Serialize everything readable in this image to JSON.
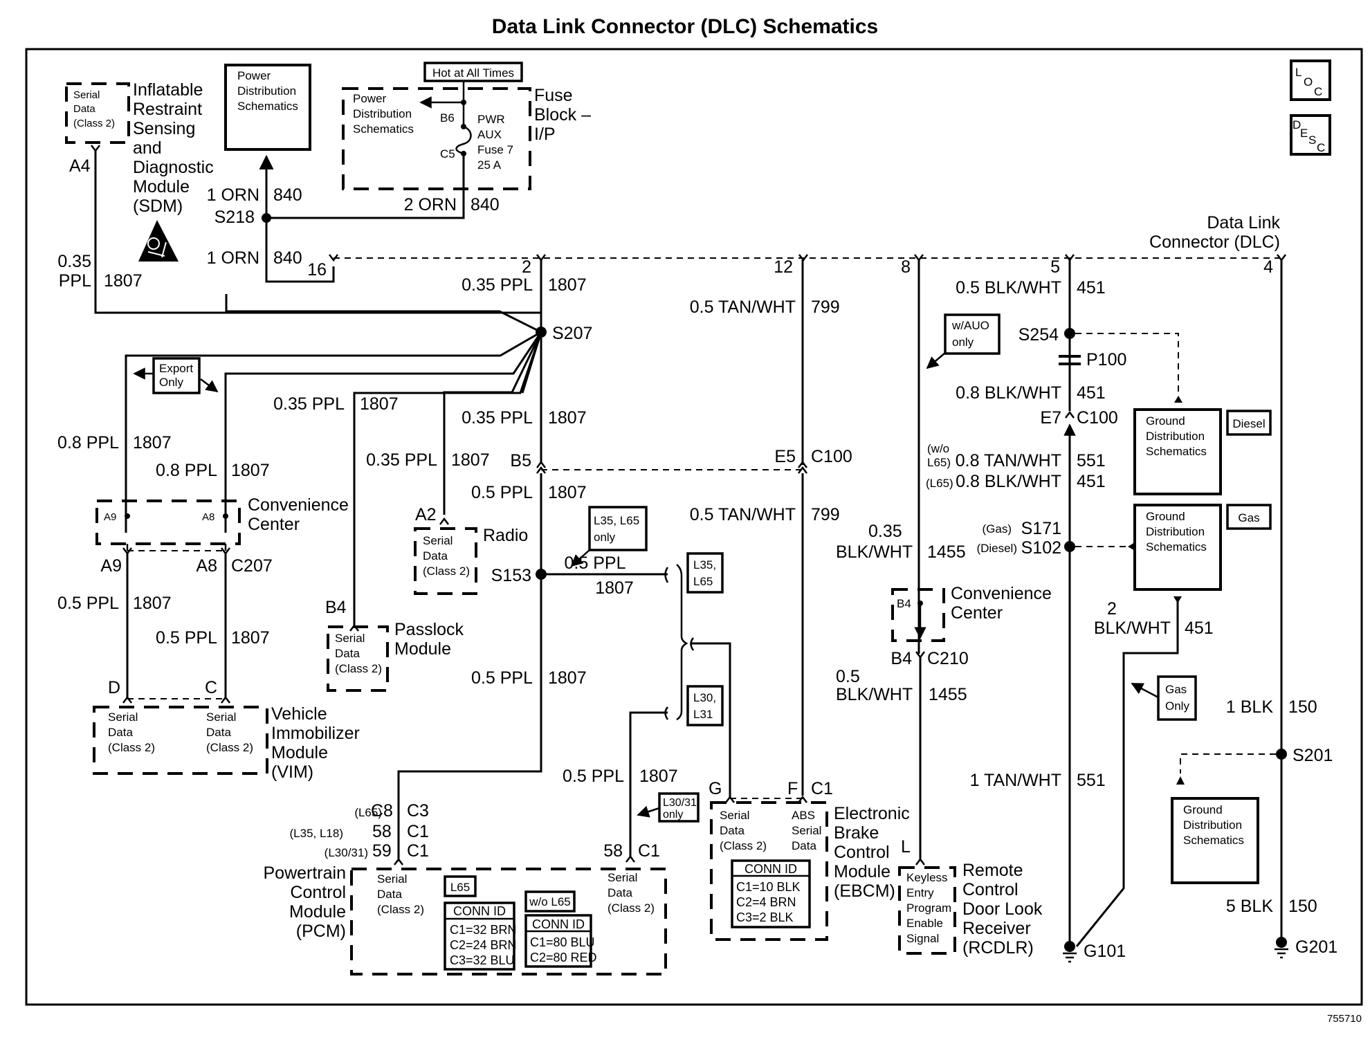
{
  "title": "Data Link Connector (DLC) Schematics",
  "figure_number": "755710",
  "icons": {
    "loc": {
      "letters": [
        "L",
        "O",
        "C"
      ],
      "name": "loc-icon"
    },
    "desc": {
      "letters": [
        "D",
        "E",
        "S",
        "C"
      ],
      "name": "desc-icon"
    },
    "esd": {
      "name": "esd-warning-icon"
    }
  },
  "modules": {
    "sdm": {
      "lines": [
        "Inflatable",
        "Restraint",
        "Sensing",
        "and",
        "Diagnostic",
        "Module",
        "(SDM)"
      ],
      "inner": [
        "Serial",
        "Data",
        "(Class 2)"
      ],
      "pin": "A4"
    },
    "power_dist_top": {
      "lines": [
        "Power",
        "Distribution",
        "Schematics"
      ]
    },
    "fuse_block": {
      "lines": [
        "Fuse",
        "Block –",
        "I/P"
      ],
      "hot_label": "Hot at All Times",
      "inner_power": [
        "Power",
        "Distribution",
        "Schematics"
      ],
      "fuse_text": [
        "PWR",
        "AUX",
        "Fuse 7",
        "25 A"
      ],
      "pin_in": "B6",
      "pin_out": "C5"
    },
    "dlc": {
      "lines": [
        "Data Link",
        "Connector (DLC)"
      ],
      "pins": [
        "16",
        "2",
        "12",
        "8",
        "5",
        "4"
      ]
    },
    "convenience_center_left": {
      "lines": [
        "Convenience",
        "Center"
      ],
      "pins": [
        "A9",
        "A8"
      ]
    },
    "vim": {
      "lines": [
        "Vehicle",
        "Immobilizer",
        "Module",
        "(VIM)"
      ],
      "inner_left": [
        "Serial",
        "Data",
        "(Class 2)"
      ],
      "inner_right": [
        "Serial",
        "Data",
        "(Class 2)"
      ],
      "pins": [
        "D",
        "C"
      ]
    },
    "passlock": {
      "lines": [
        "Passlock",
        "Module"
      ],
      "inner": [
        "Serial",
        "Data",
        "(Class 2)"
      ],
      "pin": "B4"
    },
    "radio": {
      "lines": [
        "Radio"
      ],
      "inner": [
        "Serial",
        "Data",
        "(Class 2)"
      ],
      "pin": "A2"
    },
    "pcm": {
      "lines": [
        "Powertrain",
        "Control",
        "Module",
        "(PCM)"
      ],
      "inner_left": [
        "Serial",
        "Data",
        "(Class 2)"
      ],
      "inner_right": [
        "Serial",
        "Data",
        "(Class 2)"
      ],
      "l65_tag": "L65",
      "wo_l65_tag": "w/o L65",
      "conn_l65": {
        "header": "CONN ID",
        "rows": [
          "C1=32 BRN",
          "C2=24 BRN",
          "C3=32 BLU"
        ]
      },
      "conn_wo_l65": {
        "header": "CONN ID",
        "rows": [
          "C1=80 BLU",
          "C2=80 RED"
        ]
      },
      "pin_rows": [
        {
          "opt": "(L65)",
          "pin": "C8",
          "conn": "C3"
        },
        {
          "opt": "(L35, L18)",
          "pin": "58",
          "conn": "C1"
        },
        {
          "opt": "(L30/31)",
          "pin": "59",
          "conn": "C1"
        }
      ],
      "right_pin": "58",
      "right_conn": "C1"
    },
    "ebcm": {
      "lines": [
        "Electronic",
        "Brake",
        "Control",
        "Module",
        "(EBCM)"
      ],
      "inner_left": [
        "Serial",
        "Data",
        "(Class 2)"
      ],
      "inner_right": [
        "ABS",
        "Serial",
        "Data"
      ],
      "conn": {
        "header": "CONN ID",
        "rows": [
          "C1=10 BLK",
          "C2=4 BRN",
          "C3=2 BLK"
        ]
      },
      "pins": [
        "G",
        "F"
      ],
      "conn_label": "C1"
    },
    "convenience_center_right": {
      "lines": [
        "Convenience",
        "Center"
      ],
      "pin": "B4",
      "connector": "C210",
      "conn_pin": "B4"
    },
    "rcdlr": {
      "lines": [
        "Remote",
        "Control",
        "Door Look",
        "Receiver",
        "(RCDLR)"
      ],
      "inner": [
        "Keyless",
        "Entry",
        "Program",
        "Enable",
        "Signal"
      ],
      "pin": "L"
    },
    "ground_dist": {
      "lines": [
        "Ground",
        "Distribution",
        "Schematics"
      ]
    },
    "diesel_tag": "Diesel",
    "gas_tag": "Gas"
  },
  "option_tags": {
    "export_only": [
      "Export",
      "Only"
    ],
    "l35_l65_only": [
      "L35, L65",
      "only"
    ],
    "l35_l65": [
      "L35,",
      "L65"
    ],
    "l30_l31": [
      "L30,",
      "L31"
    ],
    "l30_31_only": [
      "L30/31",
      "only"
    ],
    "w_auo_only": [
      "w/AUO",
      "only"
    ],
    "gas_only": [
      "Gas",
      "Only"
    ]
  },
  "splices": {
    "s218": "S218",
    "s207": "S207",
    "s153": "S153",
    "s254": "S254",
    "s171": "S171",
    "s171_opt": "(Gas)",
    "s102": "S102",
    "s102_opt": "(Diesel)",
    "s201": "S201",
    "p100": "P100"
  },
  "grounds": {
    "g101": "G101",
    "g201": "G201"
  },
  "connectors": {
    "c207": "C207",
    "a9": "A9",
    "a8": "A8",
    "b5": "B5",
    "e5": "E5",
    "c100_mid": "C100",
    "e7": "E7",
    "c100_right": "C100"
  },
  "wires": [
    {
      "id": "w1",
      "gauge": "1 ORN",
      "circuit": "840"
    },
    {
      "id": "w2",
      "gauge": "2 ORN",
      "circuit": "840"
    },
    {
      "id": "w3",
      "gauge": "1 ORN",
      "circuit": "840"
    },
    {
      "id": "w4",
      "gauge": "0.35",
      "gauge2": "PPL",
      "circuit": "1807"
    },
    {
      "id": "w5",
      "gauge": "0.35 PPL",
      "circuit": "1807"
    },
    {
      "id": "w6",
      "gauge": "0.8 PPL",
      "circuit": "1807"
    },
    {
      "id": "w7",
      "gauge": "0.8 PPL",
      "circuit": "1807"
    },
    {
      "id": "w8",
      "gauge": "0.35 PPL",
      "circuit": "1807"
    },
    {
      "id": "w9",
      "gauge": "0.35 PPL",
      "circuit": "1807"
    },
    {
      "id": "w10",
      "gauge": "0.35 PPL",
      "circuit": "1807"
    },
    {
      "id": "w11",
      "gauge": "0.5 PPL",
      "circuit": "1807"
    },
    {
      "id": "w12",
      "gauge": "0.5 PPL",
      "circuit": "1807"
    },
    {
      "id": "w13",
      "gauge": "0.5 PPL",
      "circuit": "1807"
    },
    {
      "id": "w14",
      "gauge": "0.5 PPL",
      "circuit": "1807"
    },
    {
      "id": "w15",
      "gauge": "0.5 PPL",
      "circuit": "1807"
    },
    {
      "id": "w16",
      "gauge": "0.5 PPL",
      "circuit": "1807"
    },
    {
      "id": "w17",
      "gauge": "0.5 TAN/WHT",
      "circuit": "799"
    },
    {
      "id": "w18",
      "gauge": "0.5 TAN/WHT",
      "circuit": "799"
    },
    {
      "id": "w19",
      "gauge": "0.35",
      "gauge2": "BLK/WHT",
      "circuit": "1455"
    },
    {
      "id": "w20",
      "gauge": "0.5",
      "gauge2": "BLK/WHT",
      "circuit": "1455"
    },
    {
      "id": "w21",
      "gauge": "0.5 BLK/WHT",
      "circuit": "451"
    },
    {
      "id": "w22",
      "gauge": "0.8 BLK/WHT",
      "circuit": "451"
    },
    {
      "id": "w23",
      "opt": "(w/o",
      "opt2": "L65)",
      "gauge": "0.8 TAN/WHT",
      "circuit": "551"
    },
    {
      "id": "w24",
      "opt": "(L65)",
      "gauge": "0.8 BLK/WHT",
      "circuit": "451"
    },
    {
      "id": "w25",
      "gauge": "2",
      "gauge2": "BLK/WHT",
      "circuit": "451"
    },
    {
      "id": "w26",
      "gauge": "1 TAN/WHT",
      "circuit": "551"
    },
    {
      "id": "w27",
      "gauge": "1 BLK",
      "circuit": "150"
    },
    {
      "id": "w28",
      "gauge": "5 BLK",
      "circuit": "150"
    }
  ]
}
